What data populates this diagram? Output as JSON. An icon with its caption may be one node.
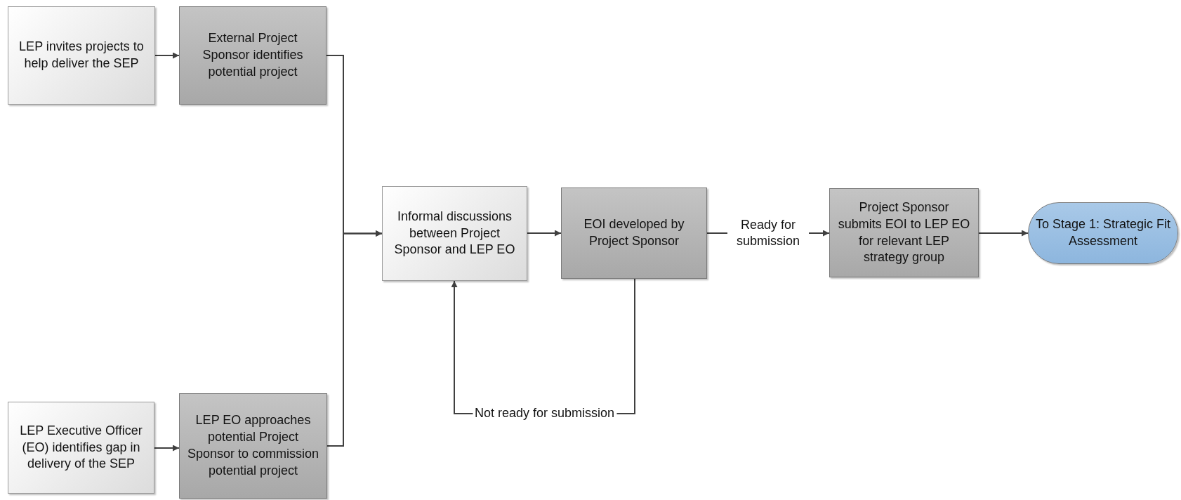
{
  "diagram": {
    "nodes": [
      {
        "text": [
          "LEP invites projects to help deliver the SEP"
        ]
      },
      {
        "text": [
          "External Project Sponsor identifies potential project"
        ]
      },
      {
        "text": [
          "Informal discussions between Project Sponsor and LEP EO"
        ]
      },
      {
        "text": [
          "EOI developed by Project Sponsor"
        ]
      },
      {
        "text": [
          "Project Sponsor submits EOI to LEP EO for relevant LEP strategy group"
        ]
      },
      {
        "text": [
          "To Stage 1: Strategic Fit Assessment"
        ]
      },
      {
        "text": [
          "LEP Executive Officer (EO) identifies gap in delivery of the SEP"
        ]
      },
      {
        "text": [
          "LEP EO approaches potential Project Sponsor to commission potential project"
        ]
      }
    ],
    "edges": [
      {
        "from": 0,
        "to": 1,
        "arrow": "to"
      },
      {
        "from": 1,
        "to": 2,
        "arrow": "to"
      },
      {
        "from": 6,
        "to": 7,
        "arrow": "to"
      },
      {
        "from": 7,
        "to": 2,
        "arrow": "to"
      },
      {
        "from": 2,
        "to": 3,
        "arrow": "to"
      },
      {
        "from": 3,
        "to": 4,
        "arrow": "to",
        "label": "Ready for submission"
      },
      {
        "from": 3,
        "to": 2,
        "arrow": "to",
        "label": "Not ready for submission"
      },
      {
        "from": 4,
        "to": 5,
        "arrow": "to"
      }
    ]
  }
}
